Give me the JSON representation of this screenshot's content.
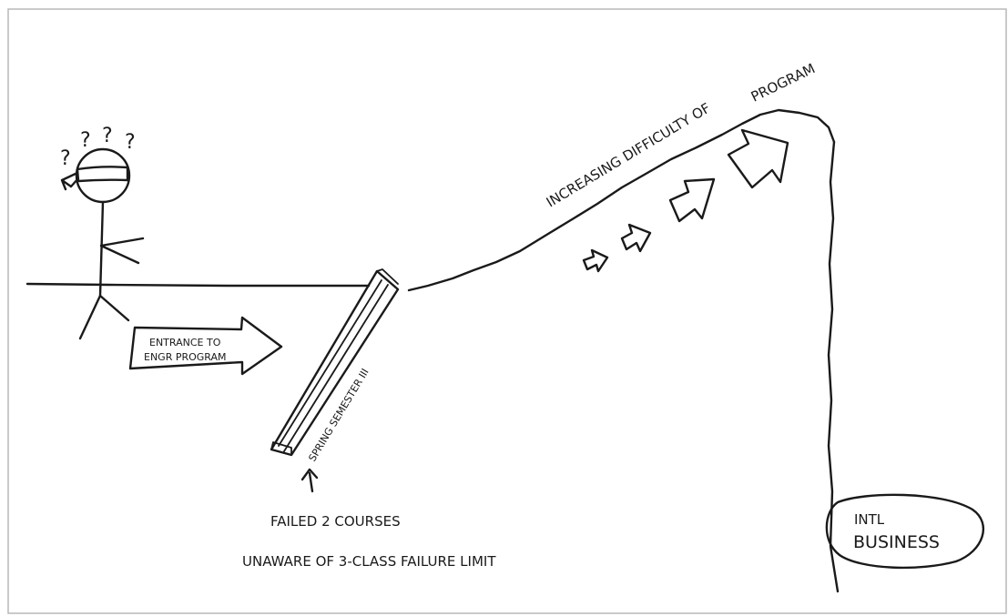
{
  "labels": {
    "entrance_line1": "ENTRANCE TO",
    "entrance_line2": "ENGR PROGRAM",
    "ramp": "SPRING SEMESTER III",
    "difficulty_line1": "INCREASING DIFFICULTY OF",
    "difficulty_line2": "PROGRAM",
    "failed": "FAILED 2 COURSES",
    "unaware": "UNAWARE OF 3-CLASS FAILURE LIMIT",
    "intl_line1": "INTL",
    "intl_line2": "BUSINESS"
  },
  "question_marks": [
    "?",
    "?",
    "?",
    "?"
  ]
}
